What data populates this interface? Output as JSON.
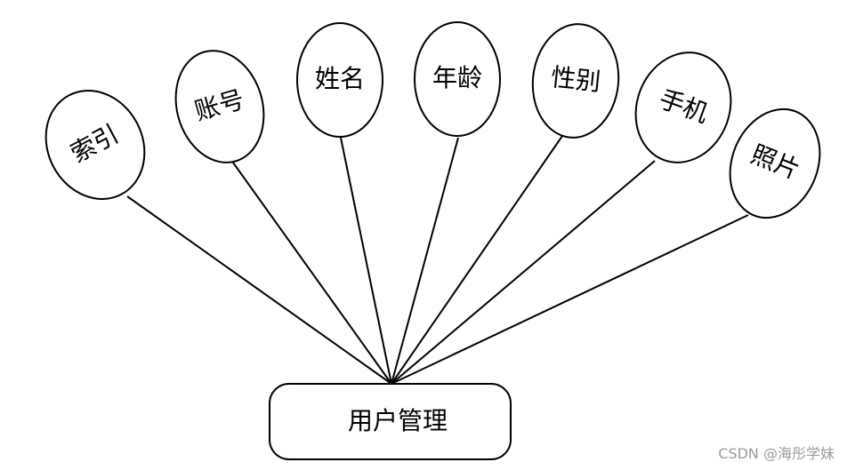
{
  "entity": {
    "label": "用户管理"
  },
  "attributes": [
    {
      "label": "索引"
    },
    {
      "label": "账号"
    },
    {
      "label": "姓名"
    },
    {
      "label": "年龄"
    },
    {
      "label": "性别"
    },
    {
      "label": "手机"
    },
    {
      "label": "照片"
    }
  ],
  "watermark": "CSDN @海彤学妹",
  "colors": {
    "stroke": "#000000",
    "fill": "#ffffff",
    "watermark": "#9a9a9a"
  }
}
